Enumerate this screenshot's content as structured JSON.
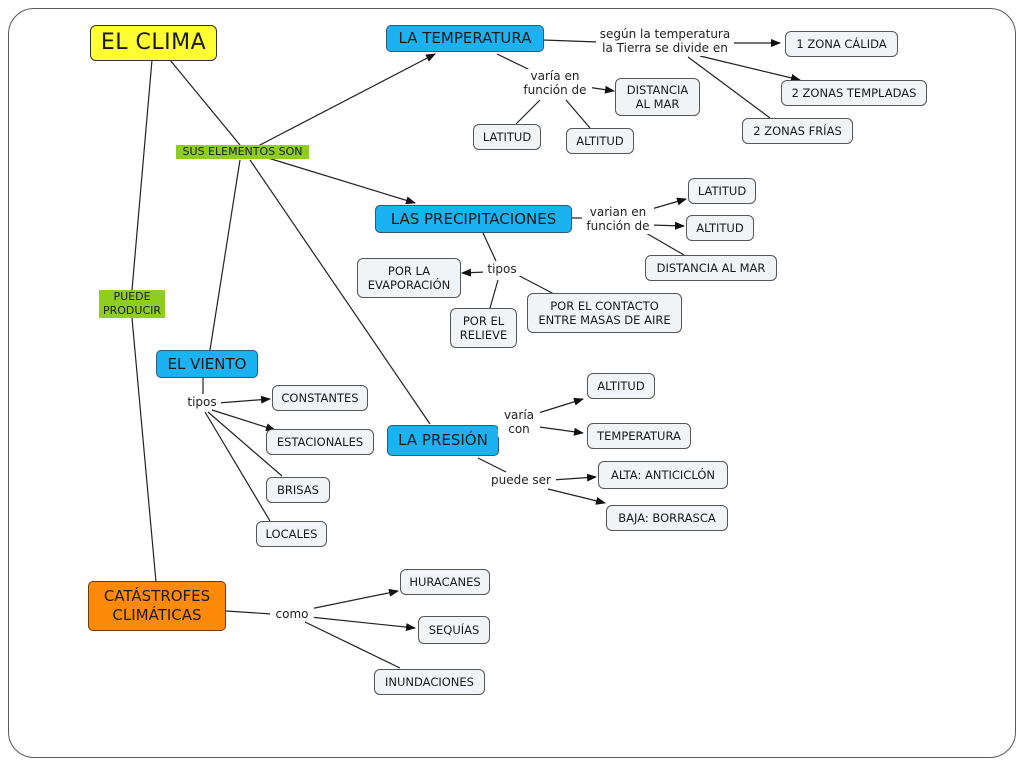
{
  "nodes": {
    "clima": "EL CLIMA",
    "elementos": "SUS ELEMENTOS SON",
    "puede_producir": "PUEDE\nPRODUCIR",
    "temperatura": "LA TEMPERATURA",
    "precipitaciones": "LAS PRECIPITACIONES",
    "viento": "EL VIENTO",
    "presion": "LA PRESIÓN",
    "catastrofes": "CATÁSTROFES\nCLIMÁTICAS"
  },
  "temperatura": {
    "link_divide": "según la temperatura\nla Tierra se divide en",
    "link_varia": "varía en\nfunción de",
    "zonas": [
      "1 ZONA CÁLIDA",
      "2 ZONAS TEMPLADAS",
      "2 ZONAS FRÍAS"
    ],
    "factores": [
      "DISTANCIA\nAL MAR",
      "LATITUD",
      "ALTITUD"
    ]
  },
  "precipitaciones": {
    "link_varian": "varian en\nfunción de",
    "link_tipos": "tipos",
    "factores": [
      "LATITUD",
      "ALTITUD",
      "DISTANCIA AL MAR"
    ],
    "tipos": [
      "POR LA\nEVAPORACIÓN",
      "POR EL\nRELIEVE",
      "POR EL CONTACTO\nENTRE MASAS DE AIRE"
    ]
  },
  "viento": {
    "link_tipos": "tipos",
    "tipos": [
      "CONSTANTES",
      "ESTACIONALES",
      "BRISAS",
      "LOCALES"
    ]
  },
  "presion": {
    "link_varia": "varía\ncon",
    "link_puede": "puede ser",
    "factores": [
      "ALTITUD",
      "TEMPERATURA"
    ],
    "tipos": [
      "ALTA: ANTICICLÓN",
      "BAJA: BORRASCA"
    ]
  },
  "catastrofes": {
    "link_como": "como",
    "items": [
      "HURACANES",
      "SEQUÍAS",
      "INUNDACIONES"
    ]
  },
  "colors": {
    "main": "#ffff33",
    "element": "#1ab2f0",
    "catastrophe": "#ff8a0a",
    "linking": "#8fcd1f",
    "leaf": "#f1f4f6"
  }
}
